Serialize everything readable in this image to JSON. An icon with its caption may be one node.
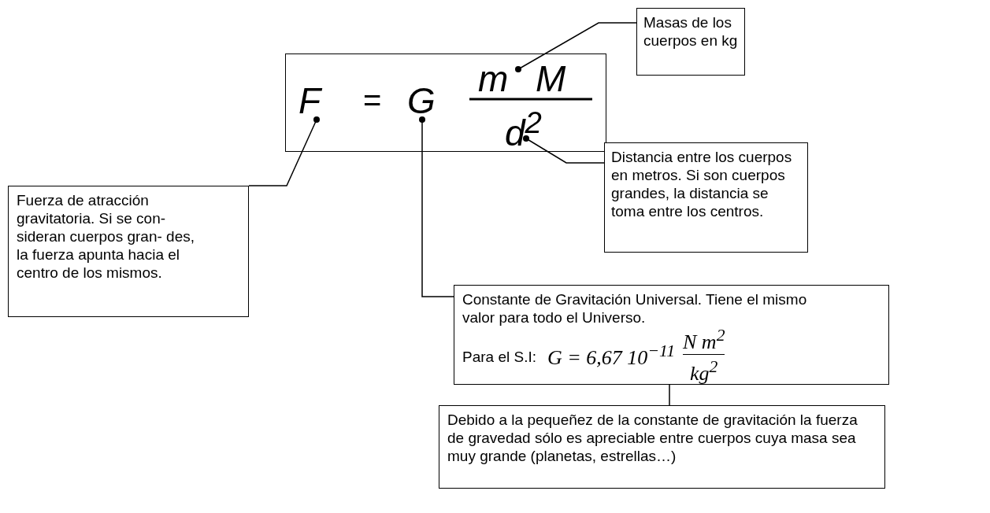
{
  "diagram": {
    "nodes": [
      {
        "text": [],
        "shape": "box"
      },
      {
        "text": [
          "F"
        ],
        "in": 0
      },
      {
        "text": [
          "G"
        ],
        "in": 0
      },
      {
        "text": [
          "m M"
        ],
        "in": 0
      },
      {
        "text": [
          "d$^{2}$"
        ],
        "in": 0
      },
      {
        "text": [
          "Masas de los cuerpos en kg"
        ]
      },
      {
        "text": [
          "Fuerza de atracción gravitatoria. Si se con- sideran cuerpos gran- des, la fuerza apunta hacia el centro de los mismos."
        ]
      },
      {
        "text": [
          "Distancia entre los cuerpos en metros. Si son cuerpos grandes, la distancia se toma entre los centros."
        ]
      },
      {
        "text": [
          "Constante de Gravitación Universal. Tiene el mismo valor para todo el Universo.",
          "Para el S.I:",
          "G = 6,67 10$^{−11}$",
          "N m$^{2}$",
          "kg$^{2}$"
        ]
      },
      {
        "text": [
          "Debido a la pequeñez de la constante de gravitación la fuerza de gravedad sólo es apreciable entre cuerpos cuya masa sea muy grande (planetas, estrellas…)"
        ]
      }
    ],
    "edges": [
      {
        "from": 5,
        "to": 3,
        "arrow": "other"
      },
      {
        "from": 6,
        "to": 1,
        "arrow": "other"
      },
      {
        "from": 7,
        "to": 4,
        "arrow": "other"
      },
      {
        "from": 8,
        "to": 2,
        "arrow": "other"
      },
      {
        "from": 9,
        "to": 8,
        "arrow": "none"
      }
    ],
    "labels": [
      "="
    ]
  }
}
